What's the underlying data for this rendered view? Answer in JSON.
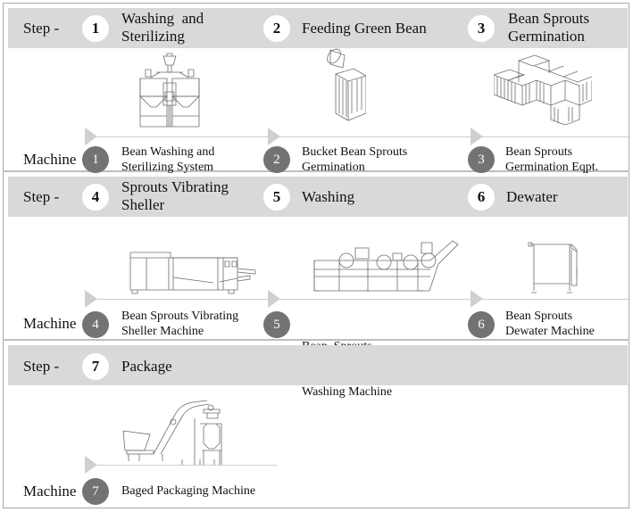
{
  "step_prefix": "Step -",
  "machine_prefix": "Machine",
  "steps": [
    {
      "number": "1",
      "title_lines": [
        "Washing  and",
        "Sterilizing"
      ],
      "machine_lines": [
        "Bean Washing and",
        "Sterilizing System"
      ],
      "illustration": "washing-sterilizing-system-drawing"
    },
    {
      "number": "2",
      "title_lines": [
        "Feeding Green Bean"
      ],
      "machine_lines": [
        "Bucket Bean Sprouts",
        "Germination"
      ],
      "illustration": "bucket-germination-drawing"
    },
    {
      "number": "3",
      "title_lines": [
        "Bean Sprouts",
        "Germination"
      ],
      "machine_lines": [
        "Bean Sprouts",
        "Germination Eqpt."
      ],
      "illustration": "germination-equipment-drawing"
    },
    {
      "number": "4",
      "title_lines": [
        "Sprouts Vibrating",
        "Sheller"
      ],
      "machine_lines": [
        "Bean Sprouts Vibrating",
        "Sheller Machine"
      ],
      "illustration": "vibrating-sheller-drawing"
    },
    {
      "number": "5",
      "title_lines": [
        "Washing"
      ],
      "machine_lines": [
        "Bean  Sprouts",
        "Washing Machine"
      ],
      "illustration": "washing-machine-drawing"
    },
    {
      "number": "6",
      "title_lines": [
        "Dewater"
      ],
      "machine_lines": [
        "Bean Sprouts",
        "Dewater Machine"
      ],
      "illustration": "dewater-machine-drawing"
    },
    {
      "number": "7",
      "title_lines": [
        "Package"
      ],
      "machine_lines": [
        "Baged Packaging Machine"
      ],
      "illustration": "packaging-machine-drawing"
    }
  ],
  "colors": {
    "band": "#d9d9d9",
    "machine_circle": "#737373",
    "arrow": "#cfcfcf",
    "border": "#a9a9a9"
  }
}
